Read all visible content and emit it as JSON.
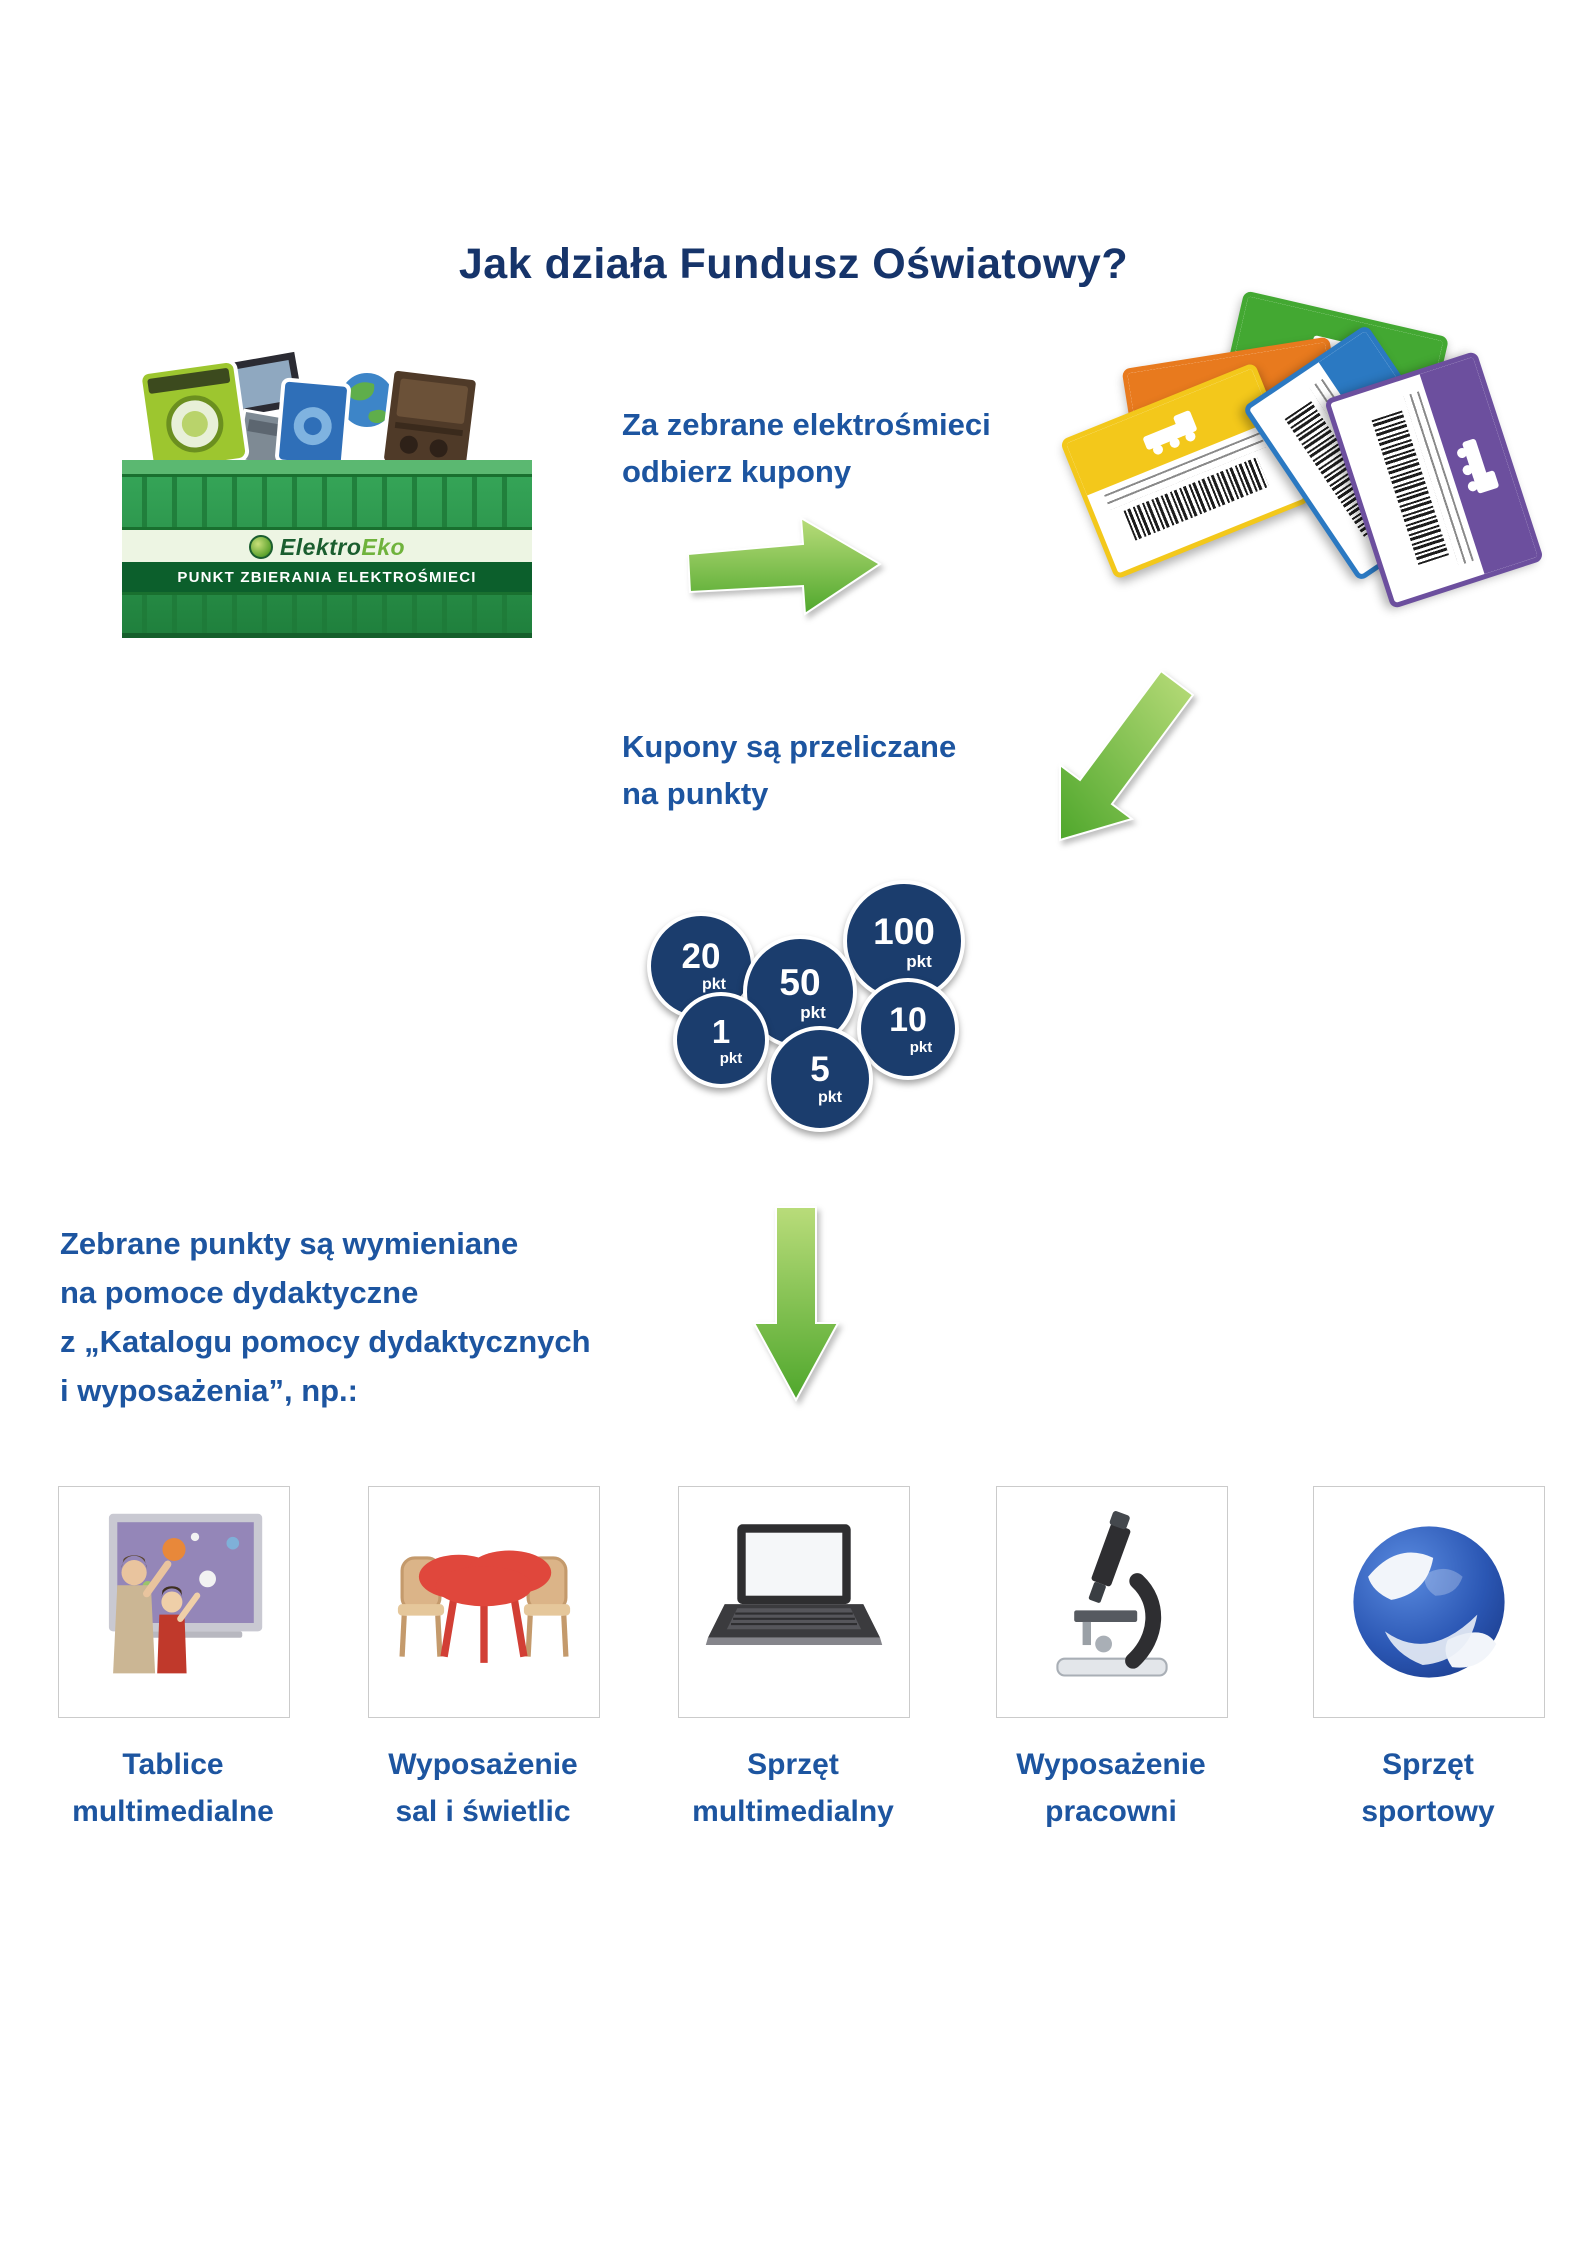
{
  "title": "Jak działa Fundusz Oświatowy?",
  "steps": {
    "step1": {
      "line1": "Za zebrane elektrośmieci",
      "line2": "odbierz kupony"
    },
    "step2": {
      "line1": "Kupony są przeliczane",
      "line2": "na punkty"
    },
    "step3": {
      "line1": "Zebrane punkty są wymieniane",
      "line2": "na pomoce dydaktyczne",
      "line3": "z „Katalogu pomocy dydaktycznych",
      "line4": "i wyposażenia”, np.:"
    }
  },
  "collection_box": {
    "logo_part1": "Elektro",
    "logo_part2": "Eko",
    "banner": "PUNKT ZBIERANIA ELEKTROŚMIECI"
  },
  "points": [
    {
      "value": "20",
      "unit": "pkt"
    },
    {
      "value": "50",
      "unit": "pkt"
    },
    {
      "value": "100",
      "unit": "pkt"
    },
    {
      "value": "1",
      "unit": "pkt"
    },
    {
      "value": "5",
      "unit": "pkt"
    },
    {
      "value": "10",
      "unit": "pkt"
    }
  ],
  "products": [
    {
      "icon": "interactive-whiteboard",
      "label_line1": "Tablice",
      "label_line2": "multimedialne"
    },
    {
      "icon": "table-and-chairs",
      "label_line1": "Wyposażenie",
      "label_line2": "sal i świetlic"
    },
    {
      "icon": "laptop",
      "label_line1": "Sprzęt",
      "label_line2": "multimedialny"
    },
    {
      "icon": "microscope",
      "label_line1": "Wyposażenie",
      "label_line2": "pracowni"
    },
    {
      "icon": "soccer-ball",
      "label_line1": "Sprzęt",
      "label_line2": "sportowy"
    }
  ],
  "colors": {
    "title_navy": "#16346A",
    "body_blue": "#1D55A0",
    "point_circle_navy": "#1B3D6D",
    "arrow_green": "#4FA72C",
    "arrow_light_green": "#B9DC7A",
    "box_green": "#2B9A4D",
    "coupon_yellow": "#F3C81B",
    "coupon_orange": "#E87A1E",
    "coupon_green": "#43A832",
    "coupon_blue": "#2B79C2",
    "coupon_purple": "#6C4F9E"
  }
}
